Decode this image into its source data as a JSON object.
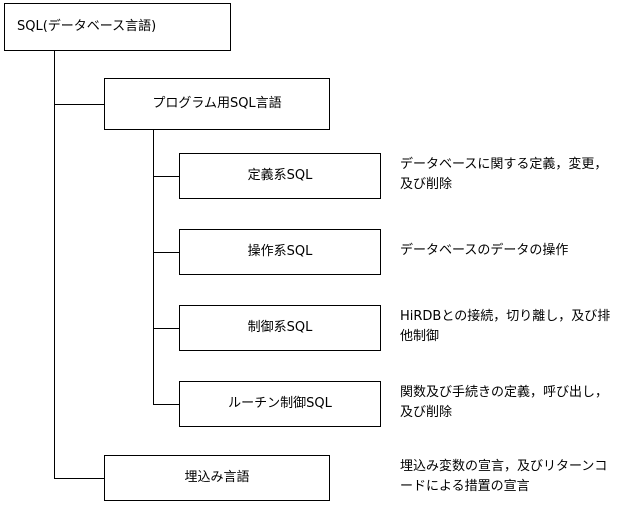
{
  "diagram": {
    "title": "SQL(データベース言語)",
    "root": {
      "label": "SQL(データベース言語)"
    },
    "branches": [
      {
        "label": "プログラム用SQL言語",
        "children": [
          {
            "label": "定義系SQL",
            "description": "データベースに関する定義，変更，\n及び削除"
          },
          {
            "label": "操作系SQL",
            "description": "データベースのデータの操作"
          },
          {
            "label": "制御系SQL",
            "description": "HiRDBとの接続，切り離し，及び排\n他制御"
          },
          {
            "label": "ルーチン制御SQL",
            "description": "関数及び手続きの定義，呼び出し，\n及び削除"
          }
        ]
      },
      {
        "label": "埋込み言語",
        "description": "埋込み変数の宣言，及びリターンコ\nードによる措置の宣言",
        "children": []
      }
    ],
    "colors": {
      "line": "#000000",
      "text": "#000000",
      "background": "#ffffff"
    }
  }
}
